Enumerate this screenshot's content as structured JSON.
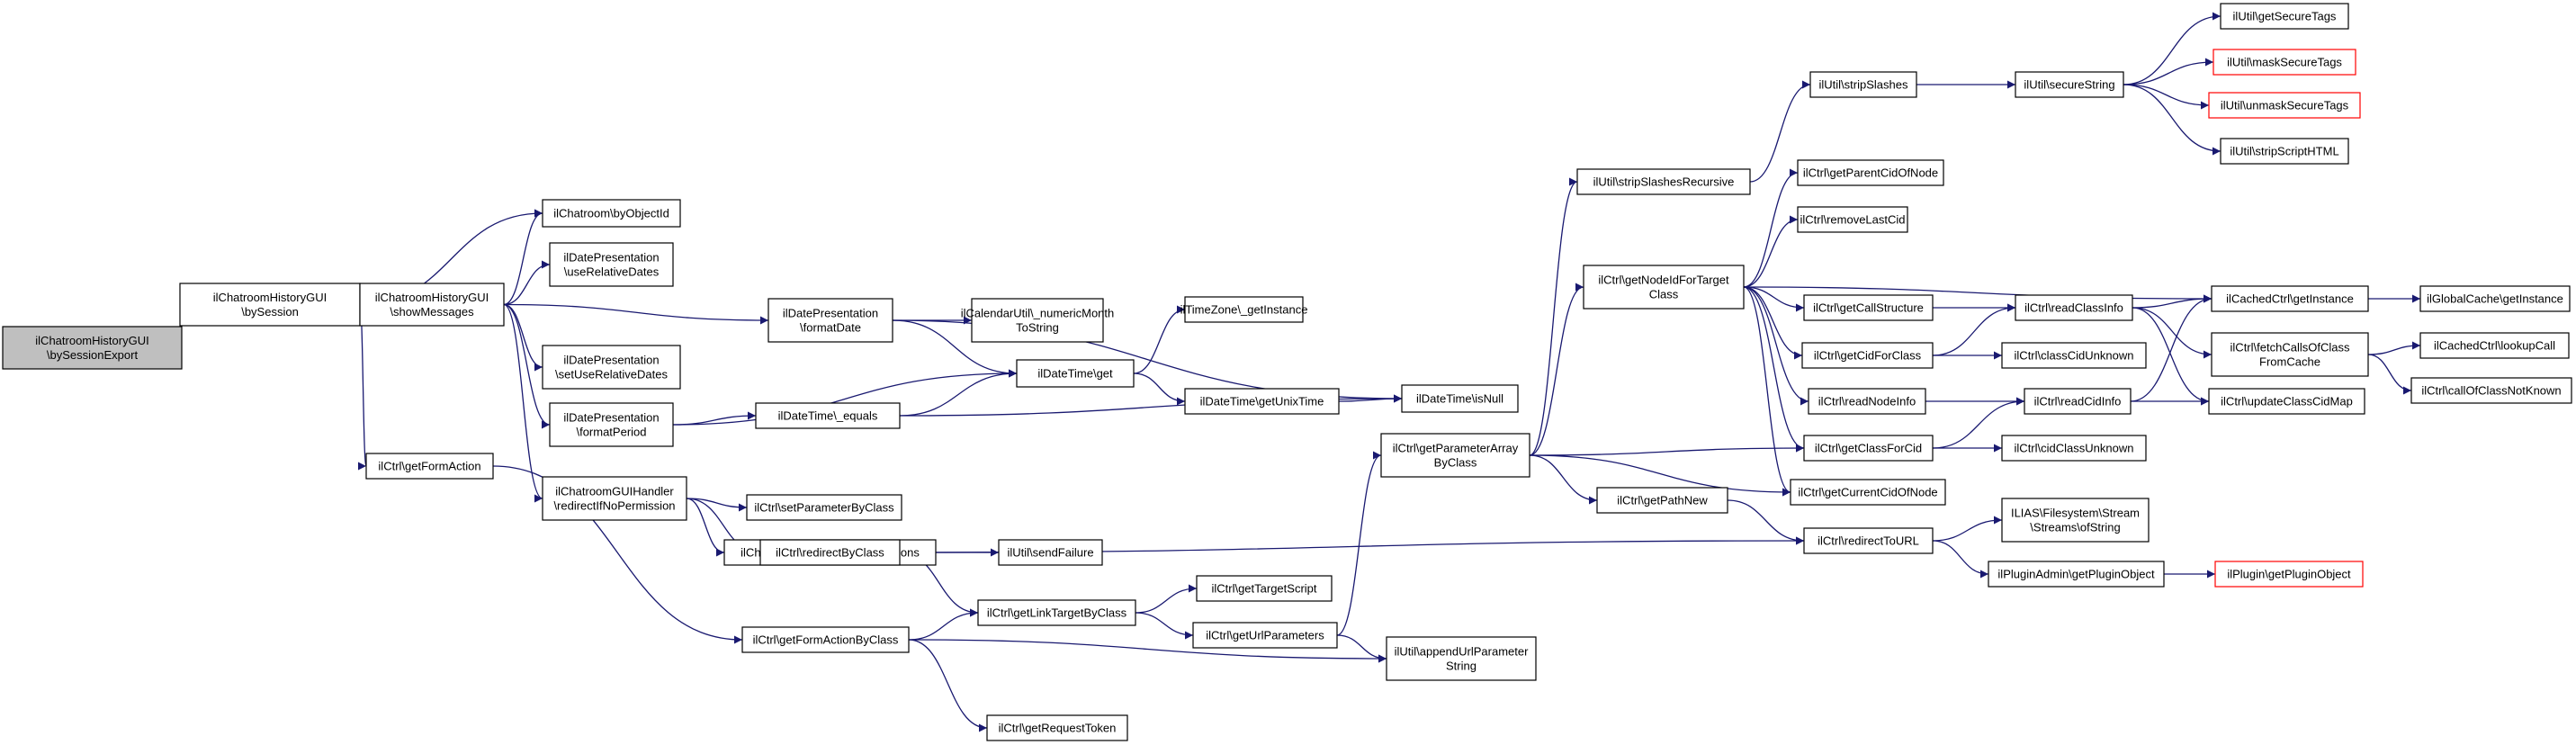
{
  "colors": {
    "edge": "#191970",
    "root_fill": "#bfbfbf",
    "node_border": "#000000",
    "missing_border": "#ff0000"
  },
  "nodes": [
    {
      "id": "n0",
      "lines": [
        "ilChatroomHistoryGUI",
        "\\bySessionExport"
      ],
      "root": true
    },
    {
      "id": "n1",
      "lines": [
        "ilChatroomHistoryGUI",
        "\\bySession"
      ]
    },
    {
      "id": "n2",
      "lines": [
        "ilChatroom\\byObjectId"
      ]
    },
    {
      "id": "n3",
      "lines": [
        "ilChatroomHistoryGUI",
        "\\showMessages"
      ]
    },
    {
      "id": "n4",
      "lines": [
        "ilCtrl\\getFormAction"
      ]
    },
    {
      "id": "n5",
      "lines": [
        "ilDatePresentation",
        "\\useRelativeDates"
      ]
    },
    {
      "id": "n6",
      "lines": [
        "ilDatePresentation",
        "\\setUseRelativeDates"
      ]
    },
    {
      "id": "n7",
      "lines": [
        "ilDatePresentation",
        "\\formatPeriod"
      ]
    },
    {
      "id": "n8",
      "lines": [
        "ilChatroomGUIHandler",
        "\\redirectIfNoPermission"
      ]
    },
    {
      "id": "n9",
      "lines": [
        "ilDatePresentation",
        "\\formatDate"
      ]
    },
    {
      "id": "n10",
      "lines": [
        "ilCalendarUtil\\_numericMonth",
        "ToString"
      ]
    },
    {
      "id": "n11",
      "lines": [
        "ilDateTime\\get"
      ]
    },
    {
      "id": "n12",
      "lines": [
        "ilTimeZone\\_getInstance"
      ]
    },
    {
      "id": "n13",
      "lines": [
        "ilDateTime\\getUnixTime"
      ]
    },
    {
      "id": "n14",
      "lines": [
        "ilDateTime\\_equals"
      ]
    },
    {
      "id": "n15",
      "lines": [
        "ilDateTime\\isNull"
      ]
    },
    {
      "id": "n16",
      "lines": [
        "ilCtrl\\setParameterByClass"
      ]
    },
    {
      "id": "n17",
      "lines": [
        "ilChatroom\\checkUserPermissions"
      ]
    },
    {
      "id": "n18",
      "lines": [
        "ilUtil\\sendFailure"
      ]
    },
    {
      "id": "n19",
      "lines": [
        "ilCtrl\\redirectByClass"
      ]
    },
    {
      "id": "n20",
      "lines": [
        "ilCtrl\\getFormActionByClass"
      ]
    },
    {
      "id": "n21",
      "lines": [
        "ilCtrl\\getLinkTargetByClass"
      ]
    },
    {
      "id": "n22",
      "lines": [
        "ilCtrl\\getTargetScript"
      ]
    },
    {
      "id": "n23",
      "lines": [
        "ilCtrl\\getUrlParameters"
      ]
    },
    {
      "id": "n24",
      "lines": [
        "ilUtil\\appendUrlParameter",
        "String"
      ]
    },
    {
      "id": "n25",
      "lines": [
        "ilCtrl\\getRequestToken"
      ]
    },
    {
      "id": "n26",
      "lines": [
        "ilCtrl\\getParameterArray",
        "ByClass"
      ]
    },
    {
      "id": "n27",
      "lines": [
        "ilUtil\\stripSlashesRecursive"
      ]
    },
    {
      "id": "n28",
      "lines": [
        "ilUtil\\stripSlashes"
      ]
    },
    {
      "id": "n29",
      "lines": [
        "ilCtrl\\getNodeIdForTarget",
        "Class"
      ]
    },
    {
      "id": "n30",
      "lines": [
        "ilCtrl\\getPathNew"
      ]
    },
    {
      "id": "n31",
      "lines": [
        "ilCtrl\\getParentCidOfNode"
      ]
    },
    {
      "id": "n32",
      "lines": [
        "ilCtrl\\removeLastCid"
      ]
    },
    {
      "id": "n33",
      "lines": [
        "ilCtrl\\getCallStructure"
      ]
    },
    {
      "id": "n34",
      "lines": [
        "ilCtrl\\getCidForClass"
      ]
    },
    {
      "id": "n35",
      "lines": [
        "ilCtrl\\readNodeInfo"
      ]
    },
    {
      "id": "n36",
      "lines": [
        "ilCtrl\\getClassForCid"
      ]
    },
    {
      "id": "n37",
      "lines": [
        "ilCtrl\\getCurrentCidOfNode"
      ]
    },
    {
      "id": "n38",
      "lines": [
        "ilCtrl\\redirectToURL"
      ]
    },
    {
      "id": "n39",
      "lines": [
        "ilUtil\\secureString"
      ]
    },
    {
      "id": "n40",
      "lines": [
        "ilCtrl\\readClassInfo"
      ]
    },
    {
      "id": "n41",
      "lines": [
        "ilCtrl\\classCidUnknown"
      ]
    },
    {
      "id": "n42",
      "lines": [
        "ilCtrl\\readCidInfo"
      ]
    },
    {
      "id": "n43",
      "lines": [
        "ilCtrl\\cidClassUnknown"
      ]
    },
    {
      "id": "n44",
      "lines": [
        "ILIAS\\Filesystem\\Stream",
        "\\Streams\\ofString"
      ]
    },
    {
      "id": "n45",
      "lines": [
        "ilPluginAdmin\\getPluginObject"
      ]
    },
    {
      "id": "n46",
      "lines": [
        "ilUtil\\getSecureTags"
      ]
    },
    {
      "id": "n47",
      "lines": [
        "ilUtil\\maskSecureTags"
      ],
      "missing": true
    },
    {
      "id": "n48",
      "lines": [
        "ilUtil\\unmaskSecureTags"
      ],
      "missing": true
    },
    {
      "id": "n49",
      "lines": [
        "ilUtil\\stripScriptHTML"
      ]
    },
    {
      "id": "n50",
      "lines": [
        "ilCachedCtrl\\getInstance"
      ]
    },
    {
      "id": "n51",
      "lines": [
        "ilCtrl\\fetchCallsOfClass",
        "FromCache"
      ]
    },
    {
      "id": "n52",
      "lines": [
        "ilCtrl\\updateClassCidMap"
      ]
    },
    {
      "id": "n53",
      "lines": [
        "ilPlugin\\getPluginObject"
      ],
      "missing": true
    },
    {
      "id": "n54",
      "lines": [
        "ilGlobalCache\\getInstance"
      ]
    },
    {
      "id": "n55",
      "lines": [
        "ilCachedCtrl\\lookupCall"
      ]
    },
    {
      "id": "n56",
      "lines": [
        "ilCtrl\\callOfClassNotKnown"
      ]
    }
  ],
  "edges": [
    [
      "n0",
      "n1"
    ],
    [
      "n1",
      "n2"
    ],
    [
      "n1",
      "n3"
    ],
    [
      "n1",
      "n4"
    ],
    [
      "n3",
      "n2"
    ],
    [
      "n3",
      "n5"
    ],
    [
      "n3",
      "n6"
    ],
    [
      "n3",
      "n7"
    ],
    [
      "n3",
      "n8"
    ],
    [
      "n3",
      "n9"
    ],
    [
      "n4",
      "n20"
    ],
    [
      "n7",
      "n11"
    ],
    [
      "n7",
      "n14"
    ],
    [
      "n8",
      "n16"
    ],
    [
      "n8",
      "n17"
    ],
    [
      "n8",
      "n19"
    ],
    [
      "n9",
      "n10"
    ],
    [
      "n9",
      "n11"
    ],
    [
      "n9",
      "n15"
    ],
    [
      "n11",
      "n12"
    ],
    [
      "n11",
      "n13"
    ],
    [
      "n13",
      "n15"
    ],
    [
      "n14",
      "n11"
    ],
    [
      "n14",
      "n15"
    ],
    [
      "n17",
      "n18"
    ],
    [
      "n19",
      "n21"
    ],
    [
      "n19",
      "n38"
    ],
    [
      "n20",
      "n21"
    ],
    [
      "n20",
      "n24"
    ],
    [
      "n20",
      "n25"
    ],
    [
      "n21",
      "n22"
    ],
    [
      "n21",
      "n23"
    ],
    [
      "n23",
      "n24"
    ],
    [
      "n23",
      "n26"
    ],
    [
      "n26",
      "n27"
    ],
    [
      "n26",
      "n29"
    ],
    [
      "n26",
      "n30"
    ],
    [
      "n26",
      "n36"
    ],
    [
      "n26",
      "n37"
    ],
    [
      "n27",
      "n28"
    ],
    [
      "n28",
      "n39"
    ],
    [
      "n29",
      "n31"
    ],
    [
      "n29",
      "n32"
    ],
    [
      "n29",
      "n33"
    ],
    [
      "n29",
      "n34"
    ],
    [
      "n29",
      "n35"
    ],
    [
      "n29",
      "n36"
    ],
    [
      "n29",
      "n37"
    ],
    [
      "n29",
      "n50"
    ],
    [
      "n30",
      "n38"
    ],
    [
      "n33",
      "n40"
    ],
    [
      "n34",
      "n40"
    ],
    [
      "n34",
      "n41"
    ],
    [
      "n35",
      "n42"
    ],
    [
      "n36",
      "n42"
    ],
    [
      "n36",
      "n43"
    ],
    [
      "n38",
      "n44"
    ],
    [
      "n38",
      "n45"
    ],
    [
      "n39",
      "n46"
    ],
    [
      "n39",
      "n47"
    ],
    [
      "n39",
      "n48"
    ],
    [
      "n39",
      "n49"
    ],
    [
      "n40",
      "n50"
    ],
    [
      "n40",
      "n51"
    ],
    [
      "n40",
      "n52"
    ],
    [
      "n42",
      "n50"
    ],
    [
      "n42",
      "n52"
    ],
    [
      "n45",
      "n53"
    ],
    [
      "n50",
      "n54"
    ],
    [
      "n51",
      "n55"
    ],
    [
      "n51",
      "n56"
    ]
  ]
}
